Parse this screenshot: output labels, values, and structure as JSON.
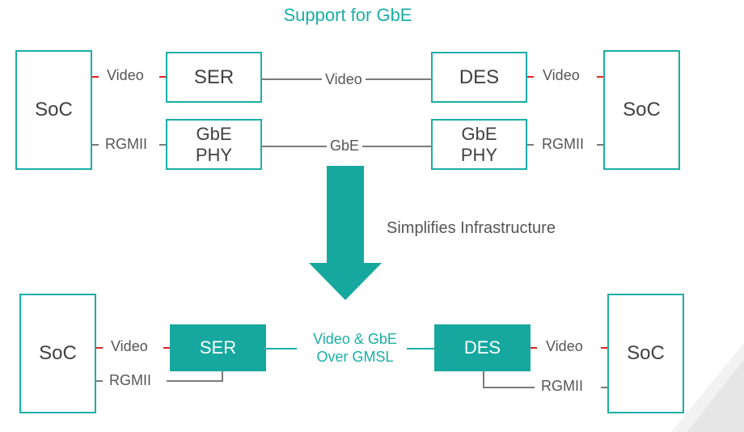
{
  "title": "Support for GbE",
  "top": {
    "soc_left": "SoC",
    "soc_right": "SoC",
    "ser": "SER",
    "des": "DES",
    "phy_left": [
      "GbE",
      "PHY"
    ],
    "phy_right": [
      "GbE",
      "PHY"
    ],
    "link_video_left": "Video",
    "link_video_mid": "Video",
    "link_video_right": "Video",
    "link_rgmii_left": "RGMII",
    "link_gbe_mid": "GbE",
    "link_rgmii_right": "RGMII"
  },
  "arrow_label": "Simplifies Infrastructure",
  "bottom": {
    "soc_left": "SoC",
    "soc_right": "SoC",
    "ser": "SER",
    "des": "DES",
    "video_left": "Video",
    "video_right": "Video",
    "rgmii_left": "RGMII",
    "rgmii_right": "RGMII",
    "link_line1": "Video & GbE",
    "link_line2": "Over GMSL"
  },
  "colors": {
    "accent": "#1aaea5",
    "filled": "#16a89f",
    "connector_mark": "#e02020",
    "line": "#7a7a7a"
  }
}
